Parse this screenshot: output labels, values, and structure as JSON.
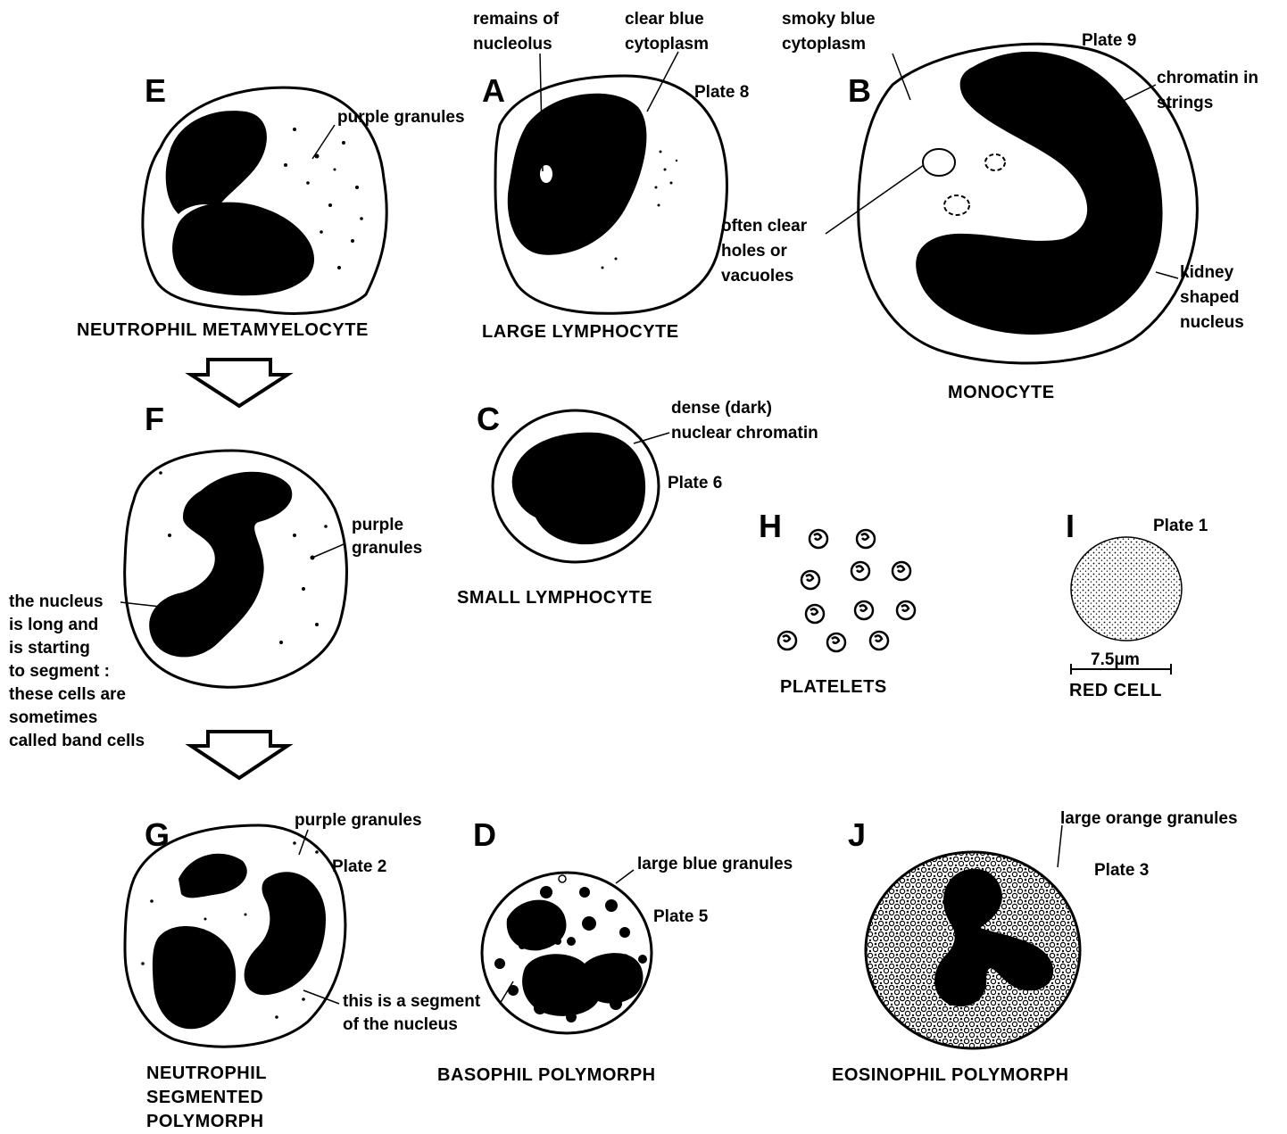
{
  "cells": {
    "E": {
      "letter": "E",
      "caption": "NEUTROPHIL METAMYELOCYTE",
      "notes": [
        "purple granules"
      ]
    },
    "A": {
      "letter": "A",
      "caption": "LARGE LYMPHOCYTE",
      "plate": "Plate 8",
      "notes": [
        "remains of\nnucleolus",
        "clear blue\ncytoplasm"
      ]
    },
    "B": {
      "letter": "B",
      "caption": "MONOCYTE",
      "plate": "Plate 9",
      "notes": [
        "smoky blue\ncytoplasm",
        "chromatin in\nstrings",
        "often clear\nholes or\nvacuoles",
        "kidney\nshaped\nnucleus"
      ]
    },
    "F": {
      "letter": "F",
      "notes": [
        "purple\ngranules",
        "the nucleus\nis long and\nis starting\nto segment :\nthese cells are\nsometimes\ncalled band cells"
      ]
    },
    "C": {
      "letter": "C",
      "caption": "SMALL LYMPHOCYTE",
      "plate": "Plate 6",
      "notes": [
        "dense (dark)\nnuclear chromatin"
      ]
    },
    "H": {
      "letter": "H",
      "caption": "PLATELETS"
    },
    "I": {
      "letter": "I",
      "caption": "RED CELL",
      "plate": "Plate 1",
      "scale": "7.5μm"
    },
    "G": {
      "letter": "G",
      "caption": "NEUTROPHIL\nSEGMENTED\nPOLYMORPH",
      "plate": "Plate 2",
      "notes": [
        "purple granules",
        "this is a segment\nof the nucleus"
      ]
    },
    "D": {
      "letter": "D",
      "caption": "BASOPHIL POLYMORPH",
      "plate": "Plate 5",
      "notes": [
        "large blue granules"
      ]
    },
    "J": {
      "letter": "J",
      "caption": "EOSINOPHIL POLYMORPH",
      "plate": "Plate 3",
      "notes": [
        "large orange granules"
      ]
    }
  },
  "colors": {
    "ink": "#000000",
    "paper": "#ffffff"
  }
}
